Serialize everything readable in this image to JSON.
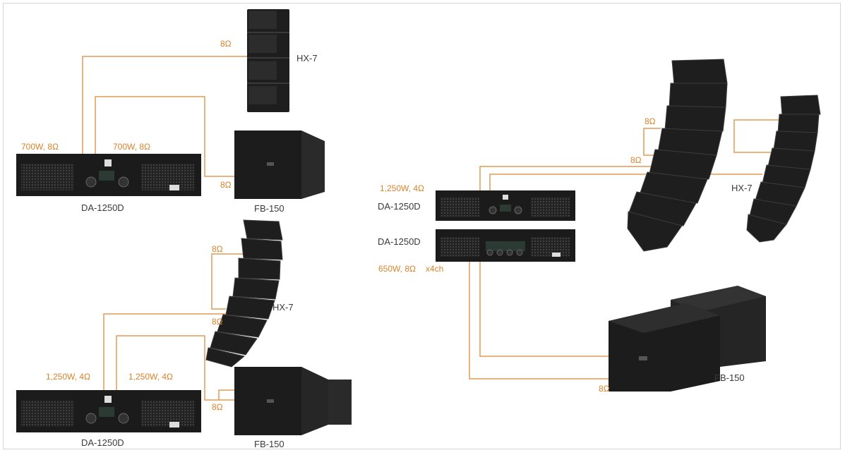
{
  "colors": {
    "wire": "#e29a55",
    "wire_label": "#d9822b",
    "device": "#1f1f1f",
    "text": "#3a3a3a",
    "border": "#d6d6d6"
  },
  "top_left": {
    "speaker_label": "HX-7",
    "sub_label": "FB-150",
    "amp_label": "DA-1250D",
    "wire_speaker_impedance": "8Ω",
    "wire_sub_impedance": "8Ω",
    "out_a": "700W, 8Ω",
    "out_b": "700W, 8Ω"
  },
  "bottom_left": {
    "speaker_label": "HX-7",
    "sub_label": "FB-150",
    "amp_label": "DA-1250D",
    "wire_speaker_impedance_1": "8Ω",
    "wire_speaker_impedance_2": "8Ω",
    "wire_sub_impedance": "8Ω",
    "out_a": "1,250W, 4Ω",
    "out_b": "1,250W, 4Ω"
  },
  "right": {
    "speaker_label": "HX-7",
    "sub_label": "FB-150",
    "amp1_label": "DA-1250D",
    "amp2_label": "DA-1250D",
    "amp1_out": "1,250W, 4Ω",
    "amp2_out": "650W, 8Ω",
    "amp2_channels": "x4ch",
    "wire_impedance_1": "8Ω",
    "wire_impedance_2": "8Ω",
    "wire_sub_impedance": "8Ω"
  }
}
